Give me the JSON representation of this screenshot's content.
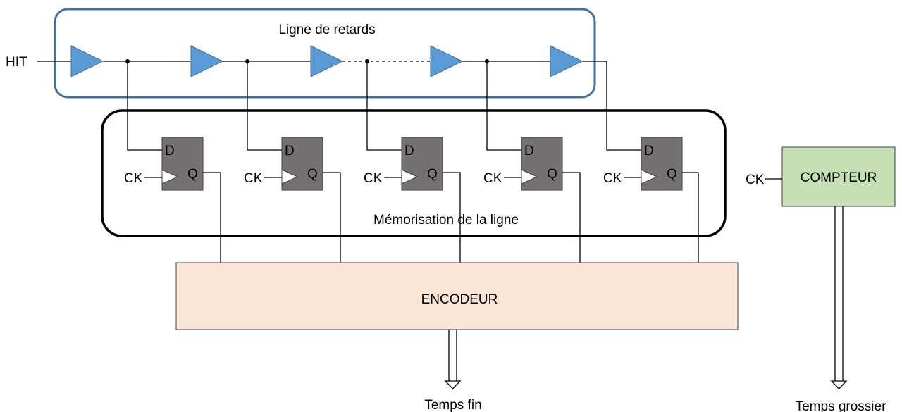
{
  "delay_line": {
    "title": "Ligne de retards",
    "input_label": "HIT",
    "buffer_count": 5,
    "frame_color": "#41719C",
    "buffer_color": "#5B9BD5"
  },
  "memorization": {
    "label": "Mémorisation de la ligne",
    "flipflops": [
      {
        "d": "D",
        "q": "Q",
        "clock": "CK"
      },
      {
        "d": "D",
        "q": "Q",
        "clock": "CK"
      },
      {
        "d": "D",
        "q": "Q",
        "clock": "CK"
      },
      {
        "d": "D",
        "q": "Q",
        "clock": "CK"
      },
      {
        "d": "D",
        "q": "Q",
        "clock": "CK"
      }
    ],
    "flipflop_color": "#767171"
  },
  "encoder": {
    "label": "ENCODEUR",
    "color": "#FBE5D6",
    "output_label": "Temps fin"
  },
  "counter": {
    "label": "COMPTEUR",
    "clock": "CK",
    "color": "#C5E0B4",
    "output_label": "Temps grossier"
  }
}
